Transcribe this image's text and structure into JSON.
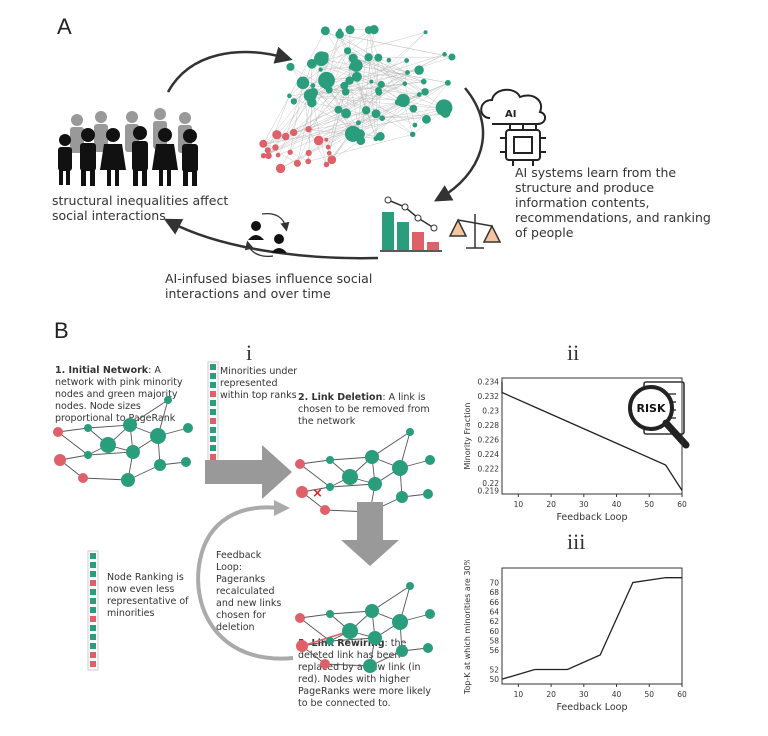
{
  "panelA": {
    "label": "A",
    "people_caption": "structural inequalities affect social interactions",
    "ai_label": "AI",
    "ai_caption": "AI systems learn from the structure and produce information contents, recommendations, and ranking of people",
    "bottom_caption": "AI-infused biases influence social interactions and over time",
    "colors": {
      "majority": "#2a9d7c",
      "minority": "#e0606a",
      "arrow": "#333333"
    }
  },
  "panelB": {
    "label": "B",
    "sub_i": "i",
    "sub_ii": "ii",
    "sub_iii": "iii",
    "step1_title": "1. Initial Network",
    "step1_text": ": A network with pink minority nodes and green majority nodes. Node sizes proportional to PageRank",
    "minorities_note": "Minorities under represented within top ranks",
    "step2_title": "2. Link Deletion",
    "step2_text": ": A link is chosen to be removed from the network",
    "feedback_text": "Feedback Loop: Pageranks recalculated and new links chosen for deletion",
    "node_ranking_text": "Node Ranking is now even less representative of minorities",
    "step3_title": "3. Link Rewiring",
    "step3_text": ": the deleted link has been replaced by a new link (in red). Nodes with higher PageRanks were more likely to be connected to.",
    "risk_label": "RISK",
    "rank_strip_1": [
      "g",
      "g",
      "g",
      "p",
      "g",
      "g",
      "p",
      "g",
      "g",
      "g",
      "p",
      "p"
    ],
    "rank_strip_2": [
      "g",
      "g",
      "g",
      "p",
      "g",
      "g",
      "g",
      "p",
      "g",
      "g",
      "g",
      "p",
      "p"
    ]
  },
  "chart_data": [
    {
      "type": "line",
      "xlabel": "Feedback Loop",
      "ylabel": "Minority Fraction",
      "x": [
        1,
        5,
        15,
        25,
        35,
        45,
        55,
        60
      ],
      "y": [
        0.234,
        0.2325,
        0.2305,
        0.2285,
        0.2265,
        0.2245,
        0.2225,
        0.219
      ],
      "xticks": [
        "10",
        "20",
        "30",
        "40",
        "50",
        "60"
      ],
      "yticks": [
        "0.234",
        "0.232",
        "0.23",
        "0.228",
        "0.226",
        "0.224",
        "0.222",
        "0.22",
        "0.219"
      ],
      "xlim": [
        5,
        60
      ],
      "ylim": [
        0.2185,
        0.2345
      ],
      "grid": false
    },
    {
      "type": "line",
      "xlabel": "Feedback Loop",
      "ylabel": "Top-K at which minorities are 30%",
      "x": [
        5,
        15,
        25,
        35,
        45,
        55,
        60
      ],
      "y": [
        50,
        52,
        52,
        55,
        70,
        71,
        71
      ],
      "xticks": [
        "10",
        "20",
        "30",
        "40",
        "50",
        "60"
      ],
      "yticks": [
        "70",
        "68",
        "66",
        "64",
        "62",
        "60",
        "58",
        "56",
        "52",
        "50"
      ],
      "xlim": [
        5,
        60
      ],
      "ylim": [
        49,
        73
      ],
      "grid": false
    }
  ]
}
